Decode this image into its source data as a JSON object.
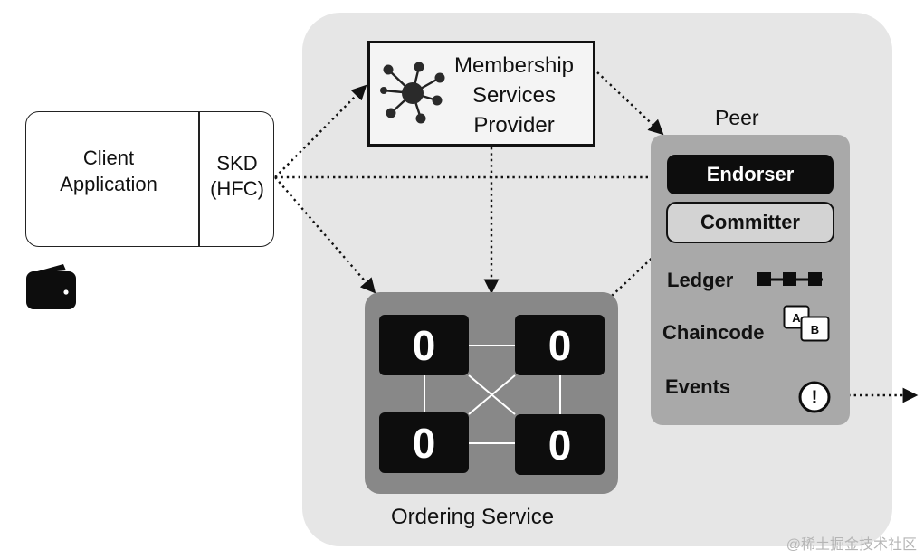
{
  "client": {
    "line1": "Client",
    "line2": "Application",
    "sdk_line1": "SKD",
    "sdk_line2": "(HFC)"
  },
  "msp": {
    "line1": "Membership",
    "line2": "Services",
    "line3": "Provider"
  },
  "peer": {
    "title": "Peer",
    "endorser": "Endorser",
    "committer": "Committer",
    "ledger": "Ledger",
    "chaincode": "Chaincode",
    "chaincode_icon_letters": [
      "A",
      "B"
    ],
    "events": "Events",
    "event_icon_symbol": "!"
  },
  "ordering": {
    "label": "Ordering Service",
    "nodes": [
      "0",
      "0",
      "0",
      "0"
    ]
  },
  "watermark": "@稀土掘金技术社区",
  "icons": [
    "wallet-icon",
    "network-hub-icon",
    "chain-blocks-icon",
    "document-ab-icon",
    "alert-circle-icon"
  ],
  "colors": {
    "network_bg": "#e6e6e6",
    "peer_bg": "#a9a9a9",
    "ordering_bg": "#888888",
    "dark": "#0d0d0d",
    "committer_bg": "#d3d3d3"
  }
}
